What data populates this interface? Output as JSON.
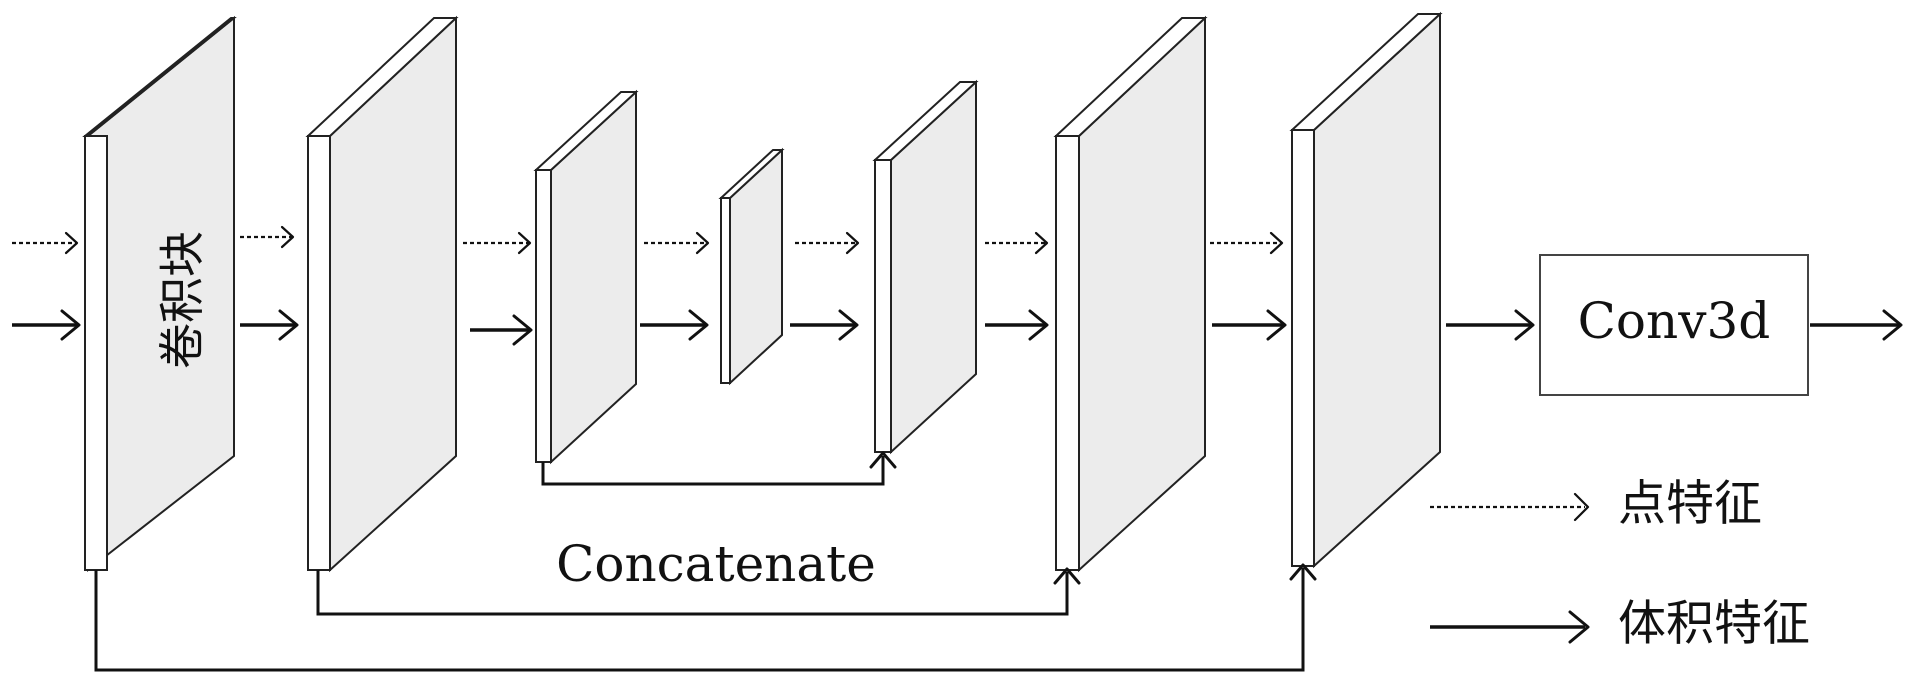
{
  "block_label": "卷积块",
  "concat_label": "Concatenate",
  "output_block_label": "Conv3d",
  "legend": {
    "dashed_label": "点特征",
    "solid_label": "体积特征"
  },
  "colors": {
    "stroke": "#111111",
    "slab_fill": "#ececec",
    "background": "#ffffff"
  }
}
